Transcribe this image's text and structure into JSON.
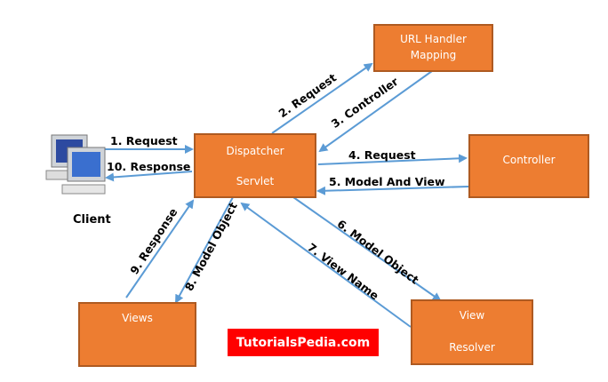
{
  "colors": {
    "box": "#ED7D31",
    "box_border": "#AE5A21",
    "arrow": "#5B9BD5",
    "brand_bg": "#FF0000"
  },
  "nodes": {
    "client": "Client",
    "dispatcher": [
      "Dispatcher",
      "Servlet"
    ],
    "url_handler": [
      "URL Handler",
      "Mapping"
    ],
    "controller": "Controller",
    "views": "Views",
    "view_resolver": [
      "View",
      "Resolver"
    ]
  },
  "arrows": {
    "a1": "1. Request",
    "a2": "2. Request",
    "a3": "3. Controller",
    "a4": "4. Request",
    "a5": "5. Model And View",
    "a6": "6. Model Object",
    "a7": "7. View Name",
    "a8": "8. Model Object",
    "a9": "9. Response",
    "a10": "10. Response"
  },
  "brand": "TutorialsPedia.com",
  "icons": {
    "client": "desktop-computers-icon"
  }
}
